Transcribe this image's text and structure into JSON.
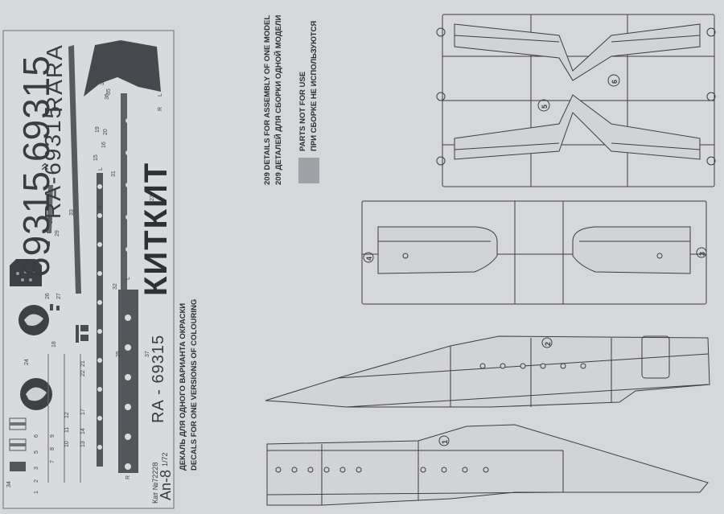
{
  "decal": {
    "reg_big": "69315",
    "reg_sep": "»",
    "reg_full": "RA-69315",
    "rara": "RARA",
    "brand": "КИТКИТ",
    "reg_side": "RA - 69315",
    "model_name": "An-8",
    "catalog": "Кат №72228",
    "scale": "1/72"
  },
  "decal_caption": {
    "ru": "ДЕКАЛЬ ДЛЯ ОДНОГО ВАРИАНТА ОКРАСКИ",
    "en": "DECALS FOR ONE  VERSIONS OF COLOURING"
  },
  "legend": {
    "details_en": "209  DETAILS FOR ASSEMBLY OF ONE MODEL",
    "details_ru": "209  ДЕТАЛЕЙ ДЛЯ СБОРКИ ОДНОЙ МОДЕЛИ",
    "unused_en": "PARTS NOT FOR USE",
    "unused_ru": "ПРИ СБОРКЕ НЕ ИСПОЛЬЗУЮТСЯ"
  },
  "part_numbers": [
    "1",
    "2",
    "3",
    "4",
    "5",
    "6"
  ],
  "decal_numbers": [
    "33",
    "36",
    "20",
    "19",
    "16",
    "15",
    "31",
    "32",
    "30",
    "28",
    "29",
    "27",
    "26",
    "25",
    "24",
    "22",
    "21",
    "17",
    "14",
    "13",
    "12",
    "11",
    "10",
    "9",
    "8",
    "7",
    "6",
    "5",
    "3",
    "2",
    "1",
    "23",
    "35",
    "34",
    "18",
    "37"
  ],
  "decal_letters": [
    "L",
    "R",
    "L",
    "R",
    "L",
    "R"
  ],
  "colors": {
    "paper": "#d6d7d9",
    "ink": "#3b3c42",
    "unused_swatch": "#9fa1a6"
  }
}
